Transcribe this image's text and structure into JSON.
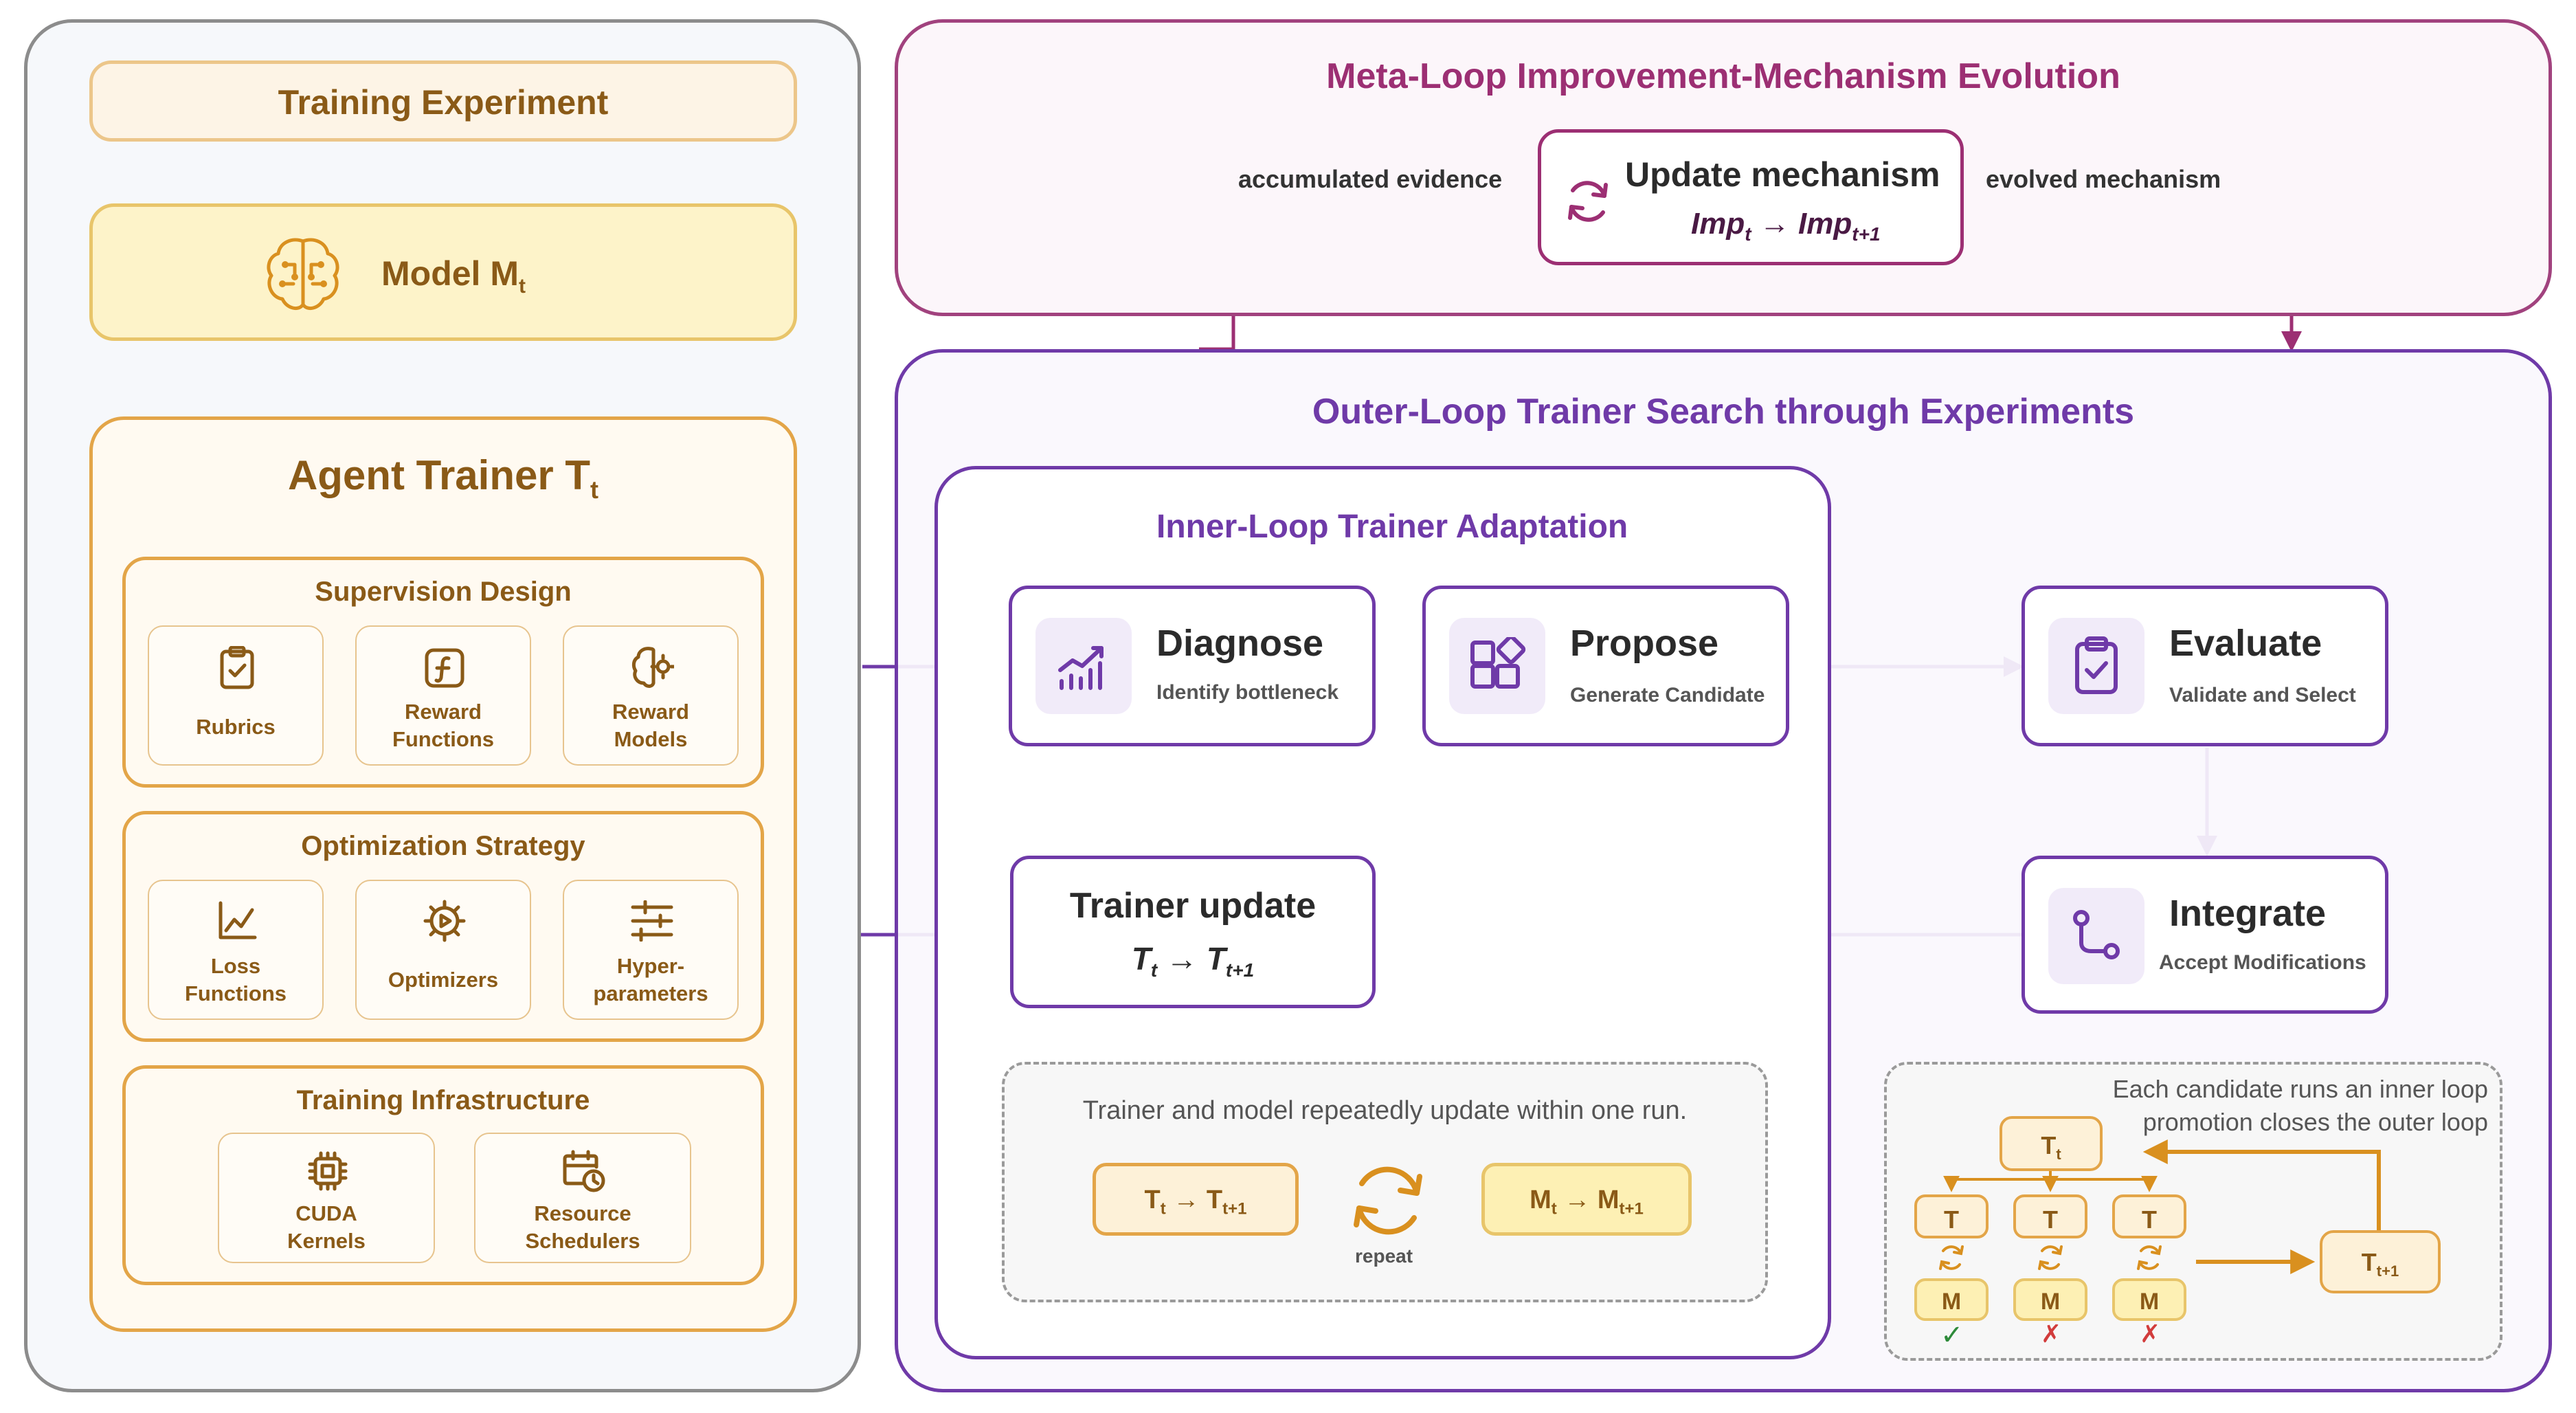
{
  "left_panel": {
    "title": "Training Experiment",
    "model_label": "Model M",
    "model_sub": "t",
    "agent_trainer_label": "Agent Trainer T",
    "agent_trainer_sub": "t",
    "supervision": {
      "title": "Supervision Design",
      "items": [
        {
          "line1": "Rubrics",
          "line2": ""
        },
        {
          "line1": "Reward",
          "line2": "Functions"
        },
        {
          "line1": "Reward",
          "line2": "Models"
        }
      ]
    },
    "optimization": {
      "title": "Optimization Strategy",
      "items": [
        {
          "line1": "Loss",
          "line2": "Functions"
        },
        {
          "line1": "Optimizers",
          "line2": ""
        },
        {
          "line1": "Hyper-",
          "line2": "parameters"
        }
      ]
    },
    "infrastructure": {
      "title": "Training Infrastructure",
      "items": [
        {
          "line1": "CUDA",
          "line2": "Kernels"
        },
        {
          "line1": "Resource",
          "line2": "Schedulers"
        }
      ]
    }
  },
  "meta_loop": {
    "title": "Meta-Loop Improvement-Mechanism Evolution",
    "update_title": "Update mechanism",
    "formula_a": "Imp",
    "formula_a_sub": "t",
    "formula_arrow": "→",
    "formula_b": "Imp",
    "formula_b_sub": "t+1",
    "left_label": "accumulated evidence",
    "right_label": "evolved mechanism"
  },
  "outer_loop": {
    "title": "Outer-Loop Trainer Search through Experiments",
    "evaluate": {
      "title": "Evaluate",
      "subtitle": "Validate and Select"
    },
    "integrate": {
      "title": "Integrate",
      "subtitle": "Accept Modifications"
    },
    "tree_note_line1": "Each candidate runs an inner loop",
    "tree_note_line2": "promotion closes the outer loop",
    "tree": {
      "root": "T",
      "root_sub": "t",
      "children": [
        "T",
        "T",
        "T"
      ],
      "models": [
        "M",
        "M",
        "M"
      ],
      "marks": [
        "✓",
        "✗",
        "✗"
      ],
      "promoted": "T",
      "promoted_sub": "t+1"
    }
  },
  "inner_loop": {
    "title": "Inner-Loop Trainer Adaptation",
    "diagnose": {
      "title": "Diagnose",
      "subtitle": "Identify bottleneck"
    },
    "propose": {
      "title": "Propose",
      "subtitle": "Generate Candidate"
    },
    "trainer_update": {
      "title": "Trainer update",
      "formula": "T",
      "sub_a": "t",
      "arrow": "→",
      "formula_b": "T",
      "sub_b": "t+1"
    },
    "note": "Trainer and model repeatedly update within one run.",
    "repeat_label": "repeat",
    "t_box": {
      "a": "T",
      "a_sub": "t",
      "arrow": "→",
      "b": "T",
      "b_sub": "t+1"
    },
    "m_box": {
      "a": "M",
      "a_sub": "t",
      "arrow": "→",
      "b": "M",
      "b_sub": "t+1"
    }
  },
  "colors": {
    "orange": "#d9901f",
    "orange_dark": "#8a5a17",
    "purple": "#6f3aa8",
    "magenta": "#9c2f73",
    "gray": "#8c8c8c"
  }
}
